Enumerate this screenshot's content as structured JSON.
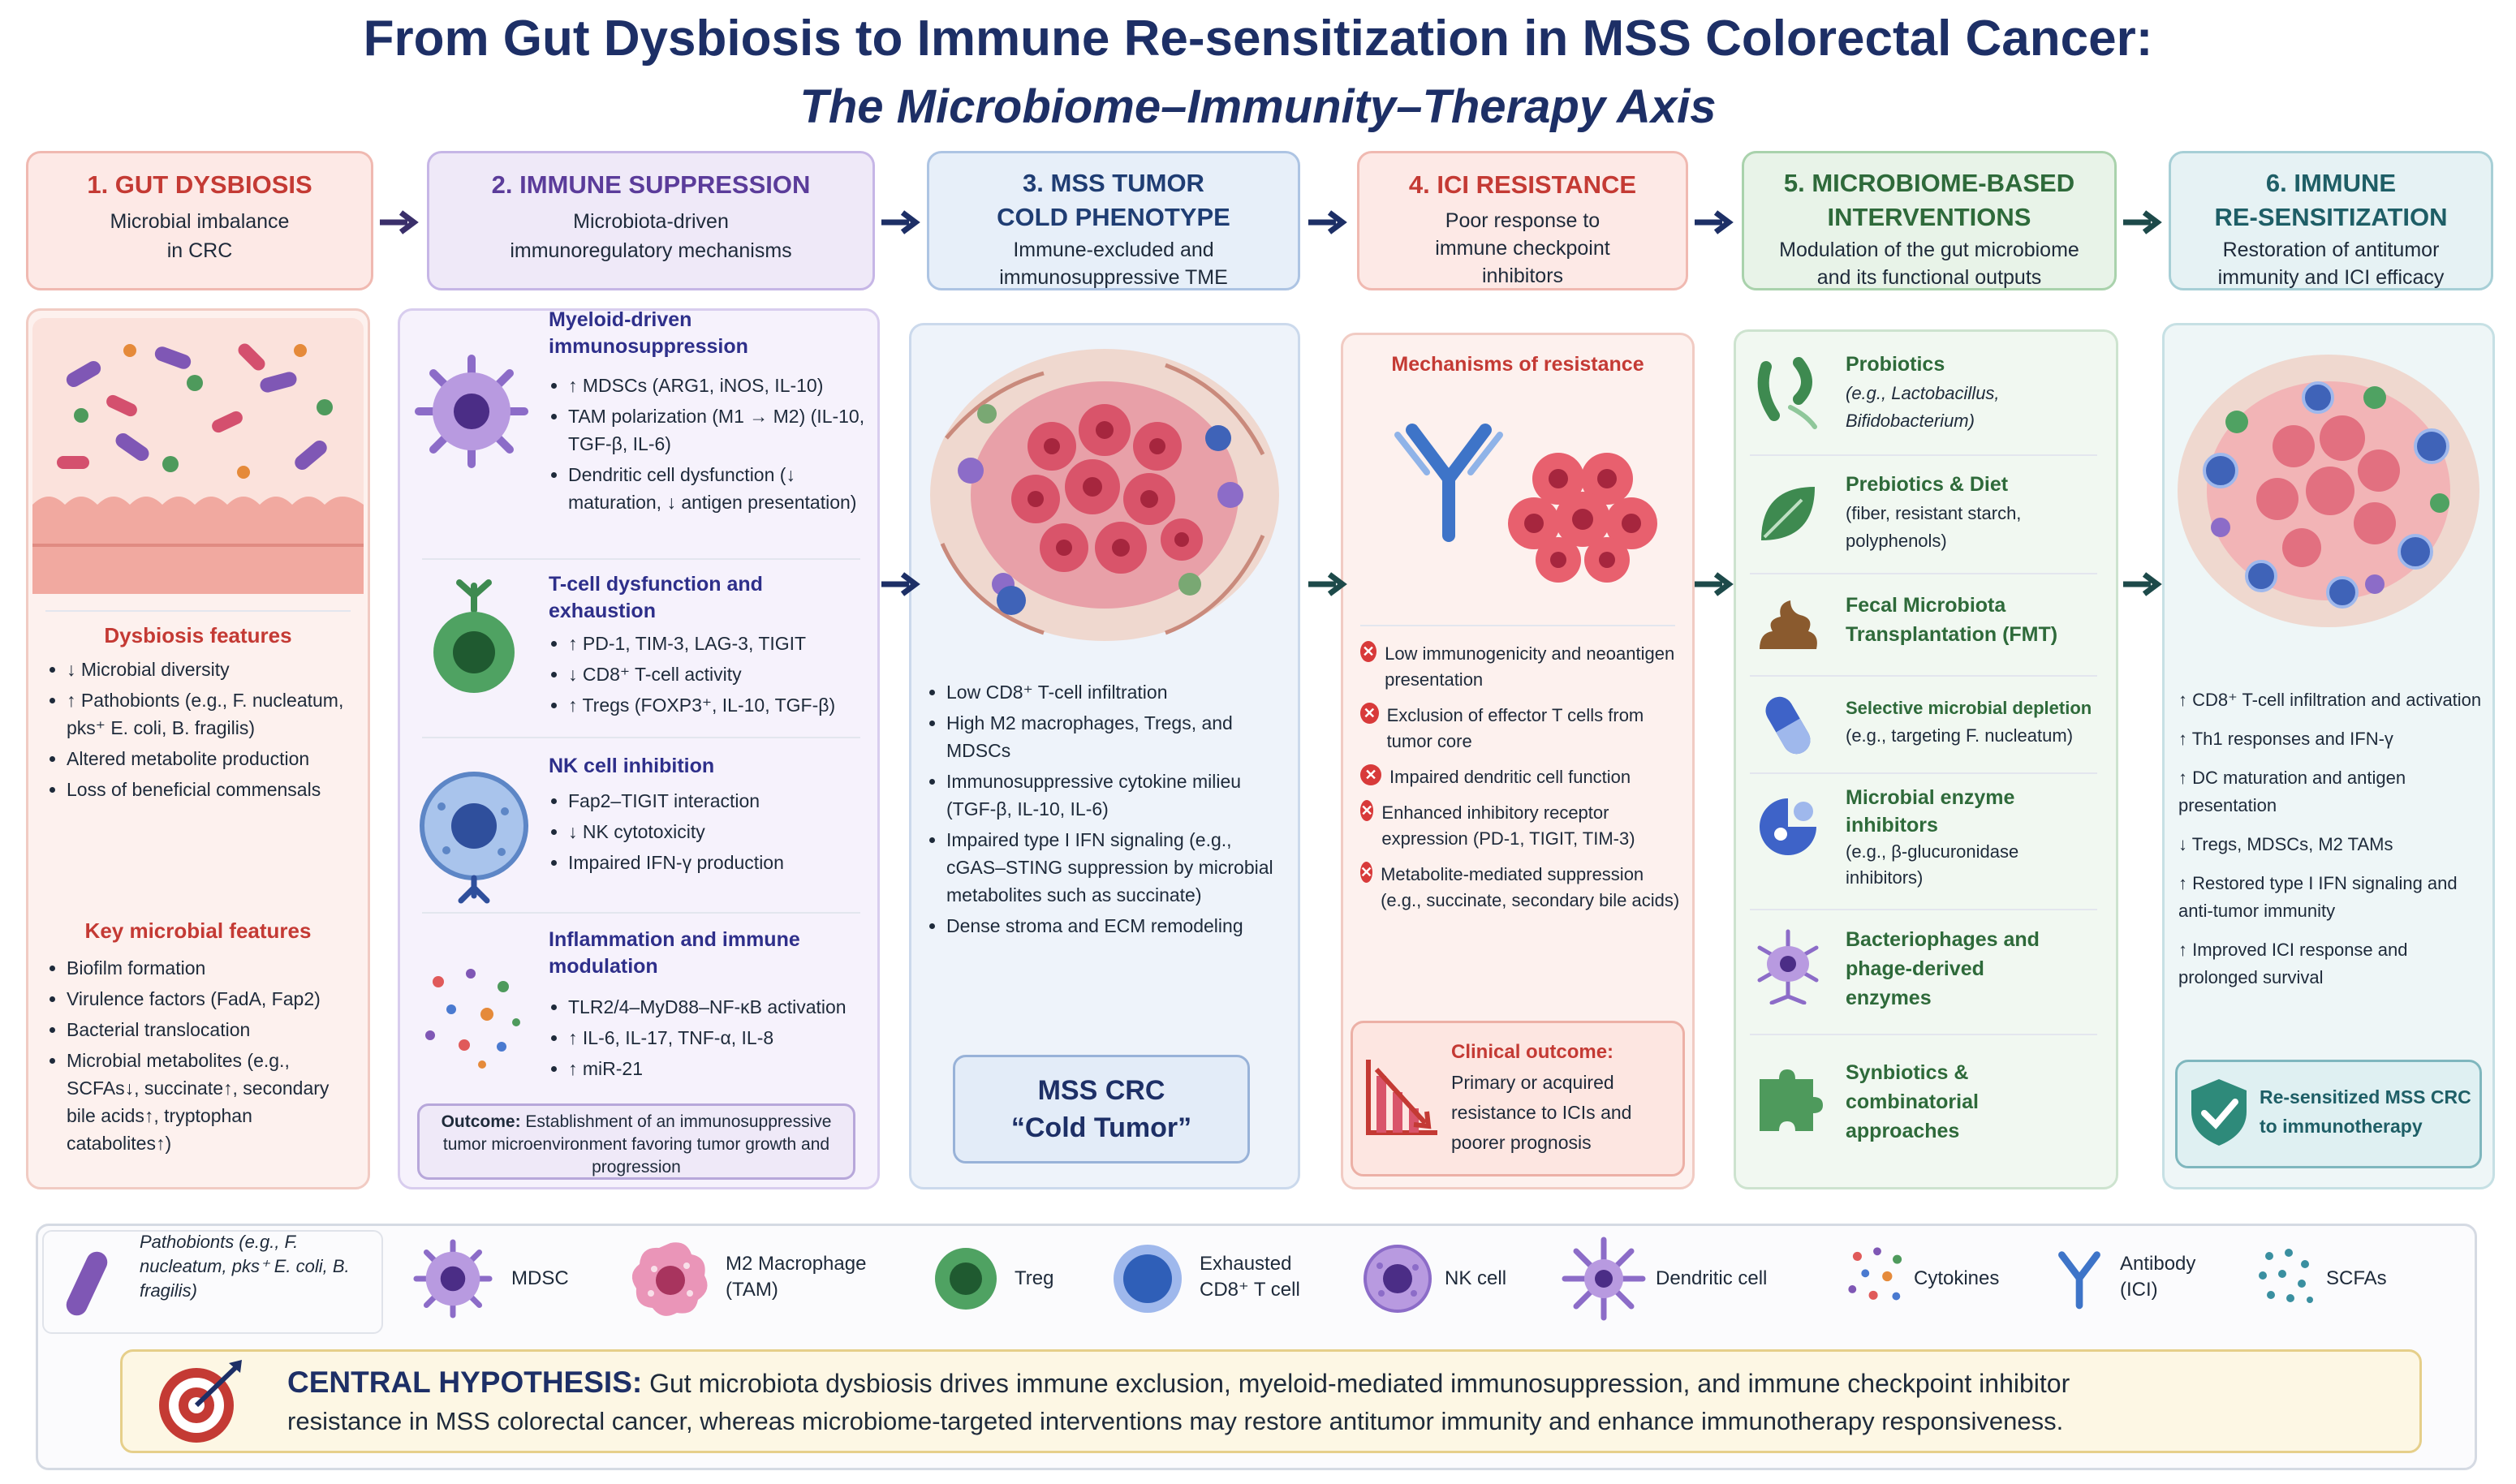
{
  "title": {
    "line1": "From Gut Dysbiosis to Immune Re-sensitization in MSS Colorectal Cancer:",
    "line2": "The Microbiome–Immunity–Therapy Axis"
  },
  "colors": {
    "navy": "#1d2f66",
    "red": "#c43a34",
    "purple": "#5b3c9a",
    "blue": "#1f4a8a",
    "green": "#2e6a3a",
    "teal": "#1e5e66"
  },
  "stages": [
    {
      "title": "1. GUT DYSBIOSIS",
      "subtitle": [
        "Microbial imbalance",
        "in CRC"
      ]
    },
    {
      "title": "2. IMMUNE SUPPRESSION",
      "subtitle": [
        "Microbiota-driven",
        "immunoregulatory mechanisms"
      ]
    },
    {
      "title": "3. MSS TUMOR COLD PHENOTYPE",
      "subtitle": [
        "Immune-excluded and",
        "immunosuppressive TME"
      ]
    },
    {
      "title": "4. ICI RESISTANCE",
      "subtitle": [
        "Poor response to",
        "immune checkpoint",
        "inhibitors"
      ]
    },
    {
      "title": "5. MICROBIOME-BASED INTERVENTIONS",
      "subtitle": [
        "Modulation of the gut microbiome",
        "and its functional outputs"
      ]
    },
    {
      "title": "6. IMMUNE RE-SENSITIZATION",
      "subtitle": [
        "Restoration of antitumor",
        "immunity and ICI efficacy"
      ]
    }
  ],
  "panel1": {
    "features_title": "Dysbiosis features",
    "features": [
      "↓ Microbial diversity",
      "↑ Pathobionts (e.g., F. nucleatum, pks⁺ E. coli, B. fragilis)",
      "Altered metabolite production",
      "Loss of beneficial commensals"
    ],
    "key_title": "Key microbial features",
    "key": [
      "Biofilm formation",
      "Virulence factors (FadA, Fap2)",
      "Bacterial translocation",
      "Microbial metabolites (e.g., SCFAs↓, succinate↑, secondary bile acids↑, tryptophan catabolites↑)"
    ]
  },
  "panel2": {
    "sections": [
      {
        "title": "Myeloid-driven immunosuppression",
        "items": [
          "↑ MDSCs (ARG1, iNOS, IL-10)",
          "TAM polarization (M1 → M2) (IL-10, TGF-β, IL-6)",
          "Dendritic cell dysfunction (↓ maturation, ↓ antigen presentation)"
        ]
      },
      {
        "title": "T-cell dysfunction and exhaustion",
        "items": [
          "↑ PD-1, TIM-3, LAG-3, TIGIT",
          "↓ CD8⁺ T-cell activity",
          "↑ Tregs (FOXP3⁺, IL-10, TGF-β)"
        ]
      },
      {
        "title": "NK cell inhibition",
        "items": [
          "Fap2–TIGIT interaction",
          "↓ NK cytotoxicity",
          "Impaired IFN-γ production"
        ]
      },
      {
        "title": "Inflammation and immune modulation",
        "items": [
          "TLR2/4–MyD88–NF-κB activation",
          "↑ IL-6, IL-17, TNF-α, IL-8",
          "↑ miR-21"
        ]
      }
    ],
    "outcome_label": "Outcome:",
    "outcome_text": "Establishment of an immunosuppressive tumor microenvironment favoring tumor growth and progression"
  },
  "panel3": {
    "items": [
      "Low CD8⁺ T-cell infiltration",
      "High M2 macrophages, Tregs, and MDSCs",
      "Immunosuppressive cytokine milieu (TGF-β, IL-10, IL-6)",
      "Impaired type I IFN signaling (e.g., cGAS–STING suppression by microbial metabolites such as succinate)",
      "Dense stroma and ECM remodeling"
    ],
    "box_line1": "MSS CRC",
    "box_line2": "“Cold Tumor”"
  },
  "panel4": {
    "mech_title": "Mechanisms of resistance",
    "mechanisms": [
      "Low immunogenicity and neoantigen presentation",
      "Exclusion of effector T cells from tumor core",
      "Impaired dendritic cell function",
      "Enhanced inhibitory receptor expression (PD-1, TIGIT, TIM-3)",
      "Metabolite-mediated suppression (e.g., succinate, secondary bile acids)"
    ],
    "outcome_title": "Clinical outcome:",
    "outcome_text": "Primary or acquired resistance to ICIs and poorer prognosis"
  },
  "panel5": {
    "items": [
      {
        "title": "Probiotics",
        "detail": "(e.g., Lactobacillus, Bifidobacterium)",
        "icon": "probiotic-icon"
      },
      {
        "title": "Prebiotics & Diet",
        "detail": "(fiber, resistant starch, polyphenols)",
        "icon": "leaf-icon"
      },
      {
        "title": "Fecal Microbiota Transplantation (FMT)",
        "detail": "",
        "icon": "fmt-icon"
      },
      {
        "title": "Selective microbial depletion",
        "detail": "(e.g., targeting F. nucleatum)",
        "icon": "capsule-icon"
      },
      {
        "title": "Microbial enzyme inhibitors",
        "detail": "(e.g., β-glucuronidase inhibitors)",
        "icon": "enzyme-inhibitor-icon"
      },
      {
        "title": "Bacteriophages and phage-derived enzymes",
        "detail": "",
        "icon": "bacteriophage-icon"
      },
      {
        "title": "Synbiotics & combinatorial approaches",
        "detail": "",
        "icon": "puzzle-icon"
      }
    ]
  },
  "panel6": {
    "items": [
      "↑ CD8⁺ T-cell infiltration and activation",
      "↑ Th1 responses and IFN-γ",
      "↑ DC maturation and antigen presentation",
      "↓ Tregs, MDSCs, M2 TAMs",
      "↑ Restored type I IFN signaling and anti-tumor immunity",
      "↑ Improved ICI response and prolonged survival"
    ],
    "badge": "Re-sensitized MSS CRC to immunotherapy"
  },
  "legend": [
    {
      "label": "Pathobionts (e.g., F. nucleatum, pks⁺ E. coli, B. fragilis)",
      "icon": "pathobiont-icon"
    },
    {
      "label": "MDSC",
      "icon": "mdsc-icon"
    },
    {
      "label": "M2 Macrophage (TAM)",
      "icon": "macrophage-icon"
    },
    {
      "label": "Treg",
      "icon": "treg-icon"
    },
    {
      "label": "Exhausted CD8⁺ T cell",
      "icon": "cd8-t-cell-icon"
    },
    {
      "label": "NK cell",
      "icon": "nk-cell-icon"
    },
    {
      "label": "Dendritic cell",
      "icon": "dendritic-cell-icon"
    },
    {
      "label": "Cytokines",
      "icon": "cytokines-icon"
    },
    {
      "label": "Antibody (ICI)",
      "icon": "antibody-icon"
    },
    {
      "label": "SCFAs",
      "icon": "scfa-icon"
    }
  ],
  "hypothesis": {
    "label": "CENTRAL HYPOTHESIS:",
    "line1": "Gut microbiota dysbiosis drives immune exclusion, myeloid-mediated immunosuppression, and immune checkpoint inhibitor",
    "line2": "resistance in MSS colorectal cancer, whereas microbiome-targeted interventions may restore antitumor immunity and enhance immunotherapy responsiveness."
  }
}
